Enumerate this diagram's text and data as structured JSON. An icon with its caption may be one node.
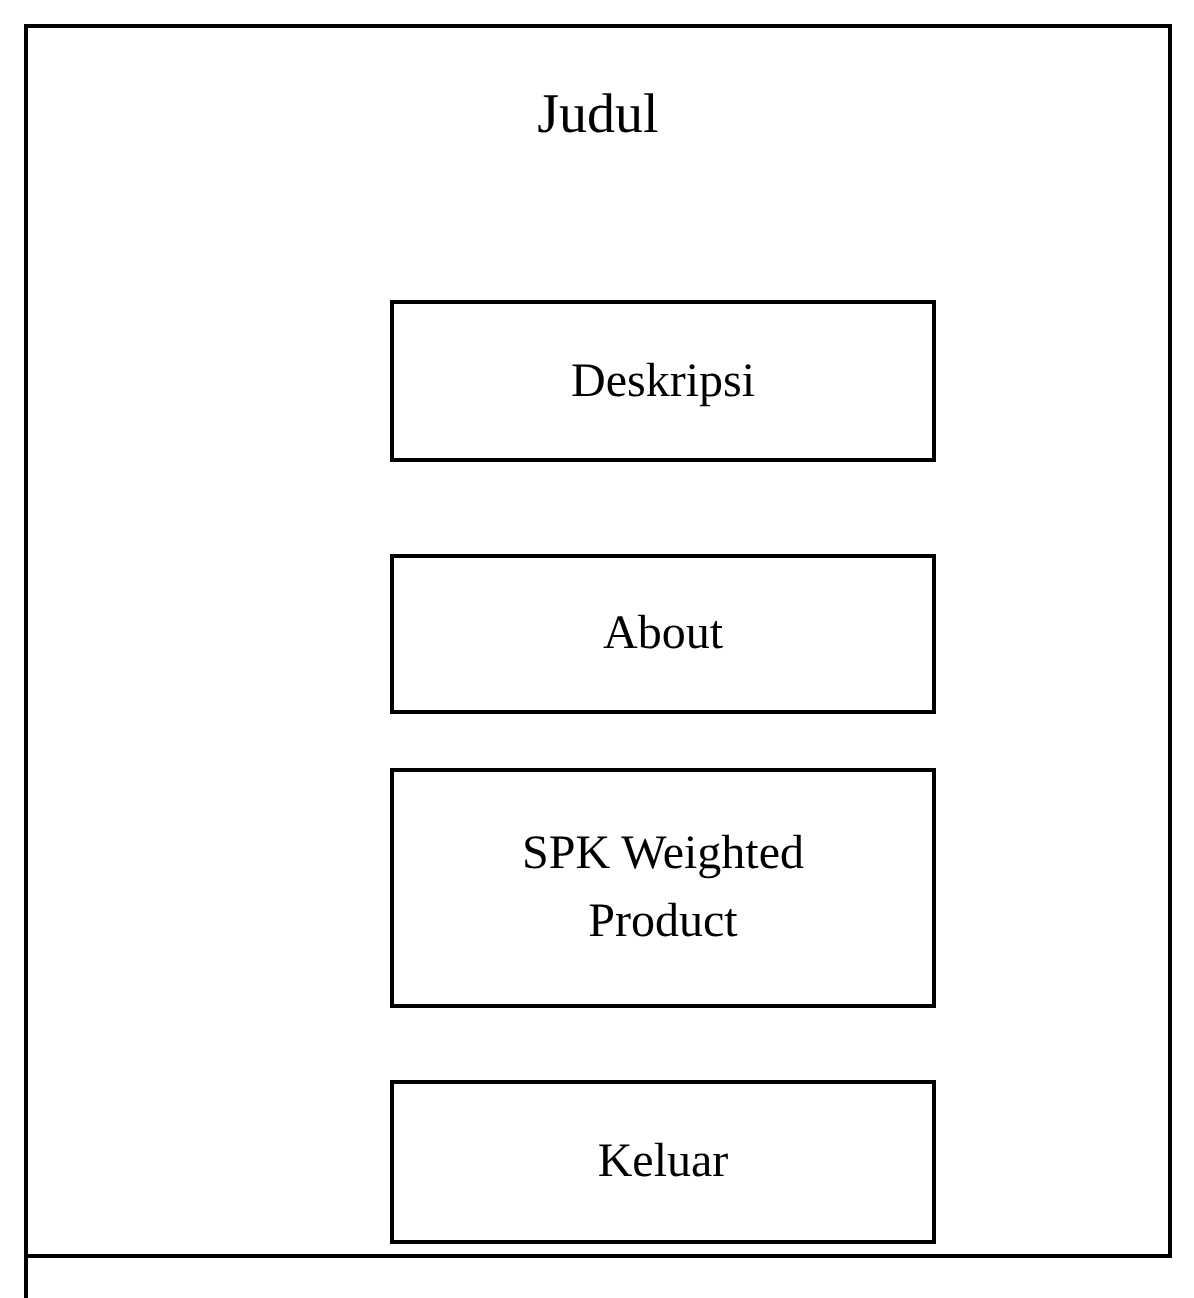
{
  "diagram": {
    "nodes": [
      {
        "text": [
          "Judul"
        ]
      },
      {
        "text": [
          "Deskripsi"
        ],
        "in": 0
      },
      {
        "text": [
          "About"
        ],
        "in": 0
      },
      {
        "text": [
          "SPK Weighted Product"
        ],
        "in": 0
      },
      {
        "text": [
          "Keluar"
        ],
        "in": 0
      }
    ]
  }
}
